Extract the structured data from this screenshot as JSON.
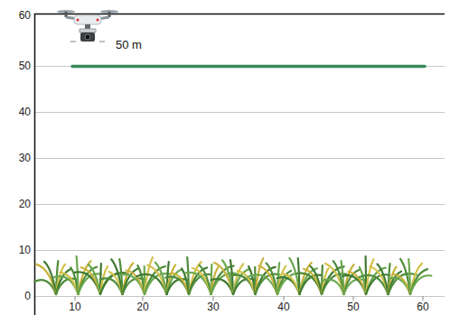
{
  "diagram": {
    "labels": [
      "60",
      "50",
      "40",
      "30",
      "20",
      "10",
      "0",
      "10",
      "20",
      "30",
      "40",
      "50",
      "60",
      "50 m"
    ]
  }
}
